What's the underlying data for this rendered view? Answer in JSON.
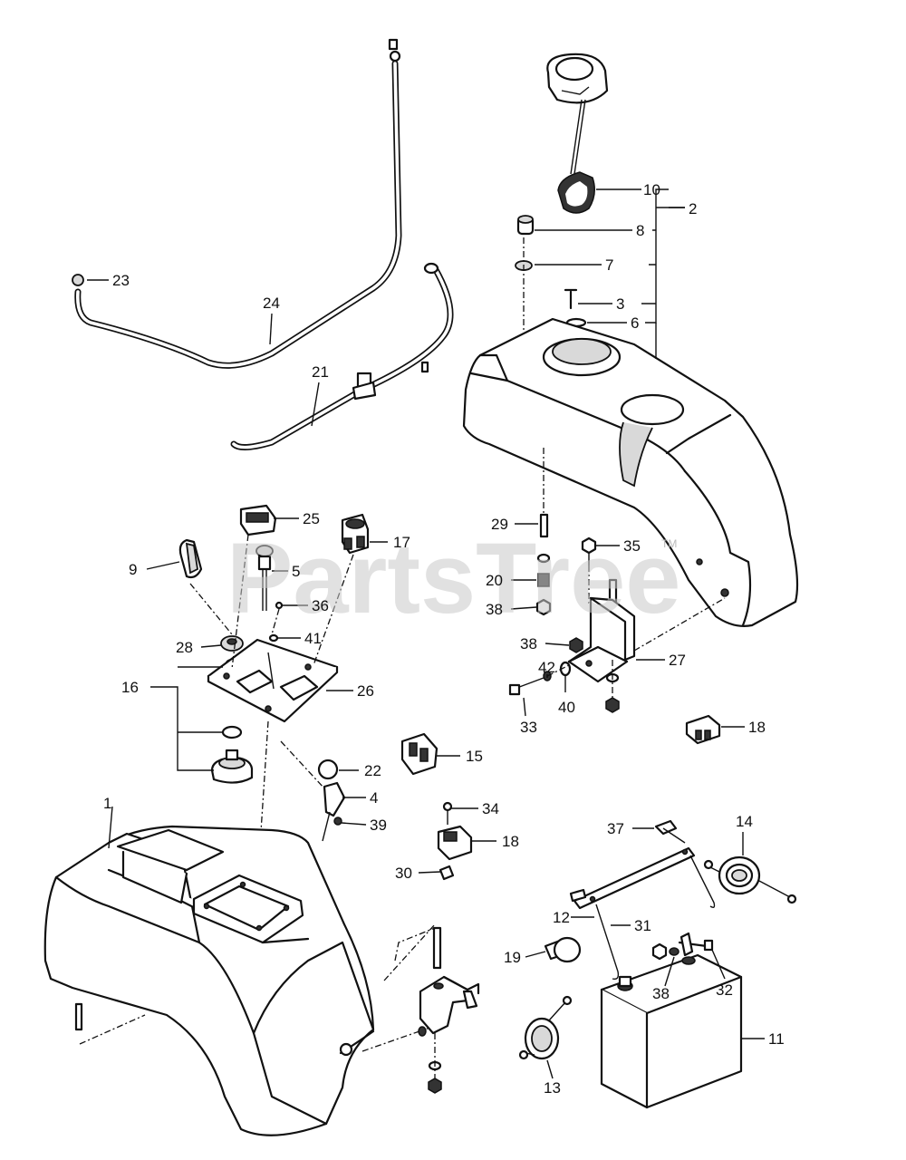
{
  "watermark": {
    "text": "PartsTree",
    "trademark": "TM"
  },
  "callouts": {
    "c1": "1",
    "c2": "2",
    "c3": "3",
    "c4": "4",
    "c5": "5",
    "c6": "6",
    "c7": "7",
    "c8": "8",
    "c9": "9",
    "c10": "10",
    "c11": "11",
    "c12": "12",
    "c13": "13",
    "c14": "14",
    "c15": "15",
    "c16": "16",
    "c17": "17",
    "c18a": "18",
    "c18b": "18",
    "c19": "19",
    "c20": "20",
    "c21": "21",
    "c22": "22",
    "c23": "23",
    "c24": "24",
    "c25": "25",
    "c26": "26",
    "c27": "27",
    "c28": "28",
    "c29": "29",
    "c30": "30",
    "c31": "31",
    "c32": "32",
    "c33": "33",
    "c34": "34",
    "c35": "35",
    "c36": "36",
    "c37": "37",
    "c38a": "38",
    "c38b": "38",
    "c38c": "38",
    "c39": "39",
    "c40": "40",
    "c41": "41",
    "c42": "42"
  }
}
